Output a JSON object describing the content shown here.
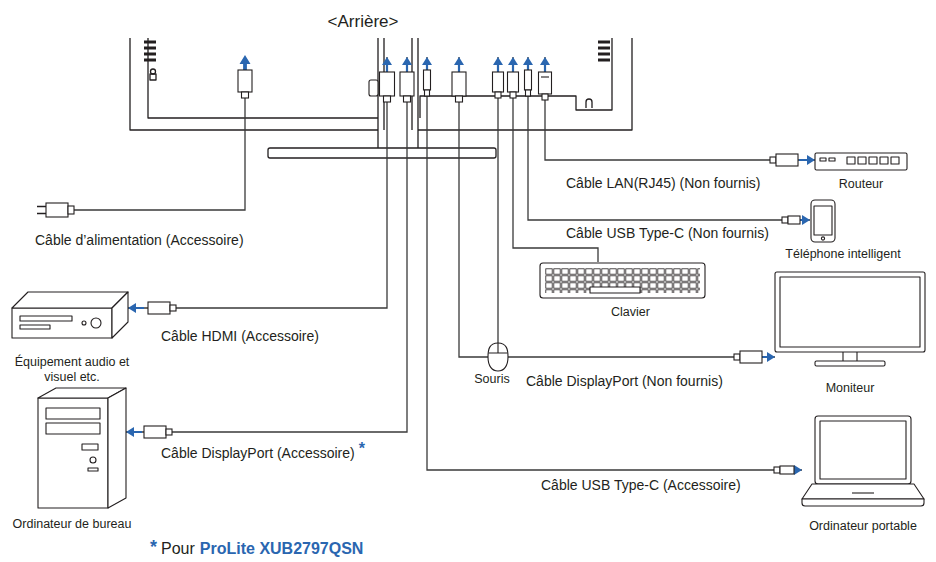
{
  "diagram": {
    "nodes": [
      {
        "text": [
          "<Arrière>"
        ]
      },
      {
        "text": [
          "Routeur"
        ]
      },
      {
        "text": [
          "Téléphone intelligent"
        ]
      },
      {
        "text": [
          "Souris"
        ]
      },
      {
        "text": [
          "Clavier"
        ]
      },
      {
        "text": [
          "Équipement audio et visuel etc."
        ]
      },
      {
        "text": [
          "Moniteur"
        ]
      },
      {
        "text": [
          "Ordinateur de bureau"
        ]
      },
      {
        "text": [
          "Ordinateur portable"
        ]
      }
    ],
    "edges": [
      {
        "from": 0,
        "to": 1,
        "arrow": "both",
        "label": "Câble LAN(RJ45) (Non fournis)"
      },
      {
        "from": 0,
        "to": 2,
        "arrow": "both",
        "label": "Câble USB Type-C (Non fournis)"
      },
      {
        "from": 3,
        "to": 0,
        "arrow": "to"
      },
      {
        "from": 4,
        "to": 0,
        "arrow": "to"
      },
      {
        "from": 0,
        "to": 5,
        "arrow": "both",
        "label": "Câble HDMI (Accessoire)"
      },
      {
        "from": 0,
        "to": 6,
        "arrow": "both",
        "label": "Câble DisplayPort (Non fournis)"
      },
      {
        "from": 0,
        "to": 7,
        "arrow": "both",
        "label": "Câble DisplayPort (Accessoire)"
      },
      {
        "from": 0,
        "to": 8,
        "arrow": "both",
        "label": "Câble USB Type-C (Accessoire)"
      }
    ],
    "labels": [
      "Câble d’alimentation (Accessoire)",
      "*",
      "*",
      "Pour",
      "ProLite XUB2797QSN"
    ]
  }
}
